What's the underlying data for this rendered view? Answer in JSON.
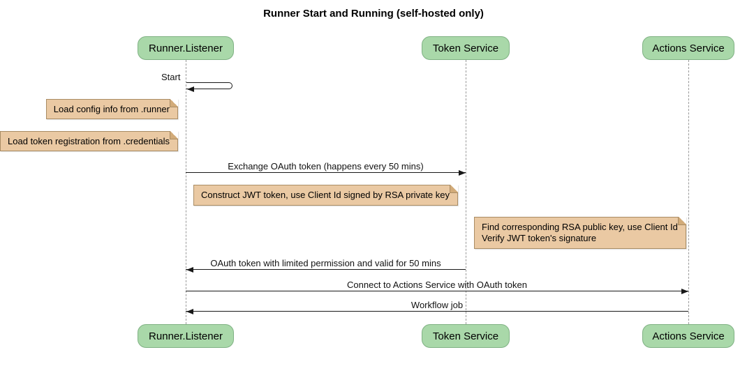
{
  "title": "Runner Start and Running (self-hosted only)",
  "participants": [
    {
      "label": "Runner.Listener"
    },
    {
      "label": "Token Service"
    },
    {
      "label": "Actions Service"
    }
  ],
  "messages": {
    "start": "Start",
    "exchange_oauth": "Exchange OAuth token (happens every 50 mins)",
    "oauth_return": "OAuth token with limited permission and valid for 50 mins",
    "connect": "Connect to Actions Service with OAuth token",
    "workflow_job": "Workflow job"
  },
  "notes": {
    "load_config": "Load config info from .runner",
    "load_token_registration": "Load token registration from .credentials",
    "construct_jwt": "Construct JWT token, use Client Id signed by RSA private key",
    "find_rsa_line1": "Find corresponding RSA public key, use Client Id",
    "find_rsa_line2": "Verify JWT token's signature"
  },
  "colors": {
    "participant_fill": "#a9d8a9",
    "participant_border": "#7fb183",
    "note_fill": "#eac9a3",
    "note_border": "#a98c64",
    "note_fold": "#d2ab79",
    "lifeline": "#999999",
    "line": "#181818",
    "text": "#111111"
  }
}
